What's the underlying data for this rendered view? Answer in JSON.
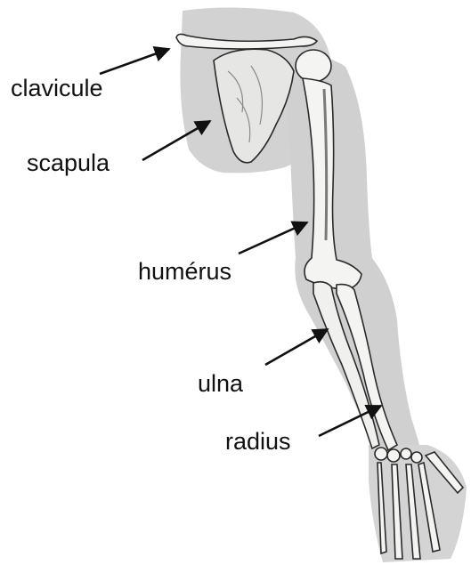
{
  "diagram": {
    "labels": {
      "clavicle": "clavicule",
      "scapula": "scapula",
      "humerus": "humérus",
      "ulna": "ulna",
      "radius": "radius"
    },
    "colors": {
      "silhouette": "#d2d2d2",
      "bone_fill": "#f4f4f2",
      "bone_outline": "#2a2a2a",
      "bone_shadow": "#9a9a9a",
      "arrow": "#111111",
      "text": "#111111"
    }
  }
}
